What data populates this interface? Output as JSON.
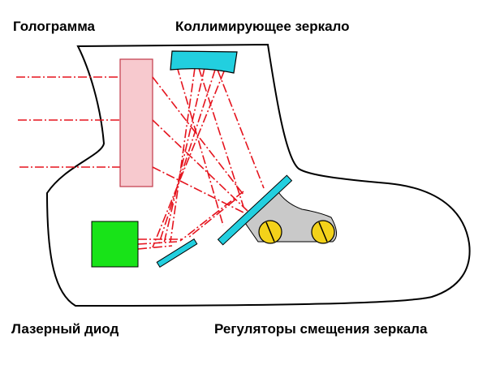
{
  "labels": {
    "hologram": "Голограмма",
    "collimating_mirror": "Коллимирующее зеркало",
    "laser_diode": "Лазерный диод",
    "mirror_adjusters": "Регуляторы смещения зеркала"
  },
  "colors": {
    "beam": "#e5141e",
    "hologram_fill": "#f7c9ce",
    "hologram_stroke": "#c23a4a",
    "mirror_fill": "#22cfdf",
    "laser_diode": "#18e318",
    "bracket": "#c9c9c9",
    "screw": "#f3d21a"
  }
}
